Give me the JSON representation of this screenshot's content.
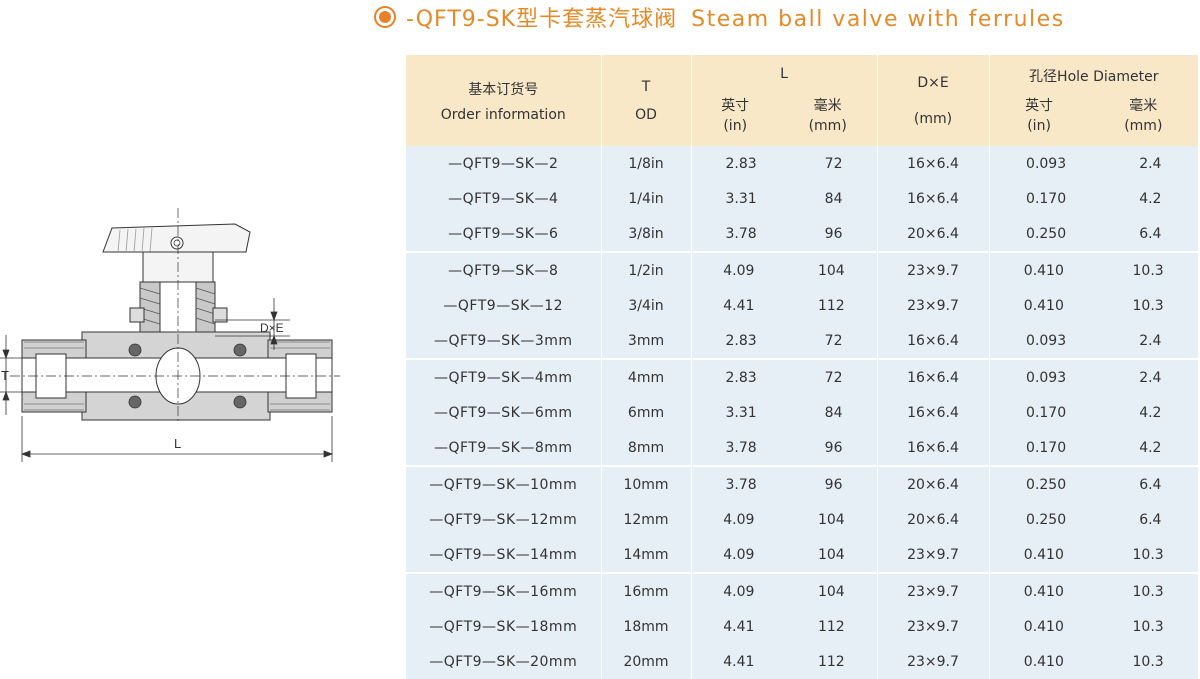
{
  "title": {
    "code": "-QFT9-SK",
    "cn": "型卡套蒸汽球阀",
    "en": "Steam ball valve with ferrules"
  },
  "drawing": {
    "labels": {
      "t": "T",
      "l": "L",
      "dxe": "D×E"
    }
  },
  "table": {
    "headers": {
      "order_cn": "基本订货号",
      "order_en": "Order information",
      "t_top": "T",
      "t_bottom": "OD",
      "l": "L",
      "l_in_cn": "英寸",
      "l_in": "(in)",
      "l_mm_cn": "毫米",
      "l_mm": "(mm)",
      "dxe": "D×E",
      "dxe_unit": "(mm)",
      "hole": "孔径Hole Diameter",
      "hole_in_cn": "英寸",
      "hole_in": "(in)",
      "hole_mm_cn": "毫米",
      "hole_mm": "(mm)"
    },
    "rows": [
      {
        "code": "—QFT9—SK—2",
        "t": "1/8in",
        "l_in": "2.83",
        "l_mm": "72",
        "dxe": "16×6.4",
        "h_in": "0.093",
        "h_mm": "2.4"
      },
      {
        "code": "—QFT9—SK—4",
        "t": "1/4in",
        "l_in": "3.31",
        "l_mm": "84",
        "dxe": "16×6.4",
        "h_in": "0.170",
        "h_mm": "4.2"
      },
      {
        "code": "—QFT9—SK—6",
        "t": "3/8in",
        "l_in": "3.78",
        "l_mm": "96",
        "dxe": "20×6.4",
        "h_in": "0.250",
        "h_mm": "6.4"
      },
      {
        "code": "—QFT9—SK—8",
        "t": "1/2in",
        "l_in": "4.09",
        "l_mm": "104",
        "dxe": "23×9.7",
        "h_in": "0.410",
        "h_mm": "10.3"
      },
      {
        "code": "—QFT9—SK—12",
        "t": "3/4in",
        "l_in": "4.41",
        "l_mm": "112",
        "dxe": "23×9.7",
        "h_in": "0.410",
        "h_mm": "10.3"
      },
      {
        "code": "—QFT9—SK—3mm",
        "t": "3mm",
        "l_in": "2.83",
        "l_mm": "72",
        "dxe": "16×6.4",
        "h_in": "0.093",
        "h_mm": "2.4"
      },
      {
        "code": "—QFT9—SK—4mm",
        "t": "4mm",
        "l_in": "2.83",
        "l_mm": "72",
        "dxe": "16×6.4",
        "h_in": "0.093",
        "h_mm": "2.4"
      },
      {
        "code": "—QFT9—SK—6mm",
        "t": "6mm",
        "l_in": "3.31",
        "l_mm": "84",
        "dxe": "16×6.4",
        "h_in": "0.170",
        "h_mm": "4.2"
      },
      {
        "code": "—QFT9—SK—8mm",
        "t": "8mm",
        "l_in": "3.78",
        "l_mm": "96",
        "dxe": "16×6.4",
        "h_in": "0.170",
        "h_mm": "4.2"
      },
      {
        "code": "—QFT9—SK—10mm",
        "t": "10mm",
        "l_in": "3.78",
        "l_mm": "96",
        "dxe": "20×6.4",
        "h_in": "0.250",
        "h_mm": "6.4"
      },
      {
        "code": "—QFT9—SK—12mm",
        "t": "12mm",
        "l_in": "4.09",
        "l_mm": "104",
        "dxe": "20×6.4",
        "h_in": "0.250",
        "h_mm": "6.4"
      },
      {
        "code": "—QFT9—SK—14mm",
        "t": "14mm",
        "l_in": "4.09",
        "l_mm": "104",
        "dxe": "23×9.7",
        "h_in": "0.410",
        "h_mm": "10.3"
      },
      {
        "code": "—QFT9—SK—16mm",
        "t": "16mm",
        "l_in": "4.09",
        "l_mm": "104",
        "dxe": "23×9.7",
        "h_in": "0.410",
        "h_mm": "10.3"
      },
      {
        "code": "—QFT9—SK—18mm",
        "t": "18mm",
        "l_in": "4.41",
        "l_mm": "112",
        "dxe": "23×9.7",
        "h_in": "0.410",
        "h_mm": "10.3"
      },
      {
        "code": "—QFT9—SK—20mm",
        "t": "20mm",
        "l_in": "4.41",
        "l_mm": "112",
        "dxe": "23×9.7",
        "h_in": "0.410",
        "h_mm": "10.3"
      }
    ]
  }
}
